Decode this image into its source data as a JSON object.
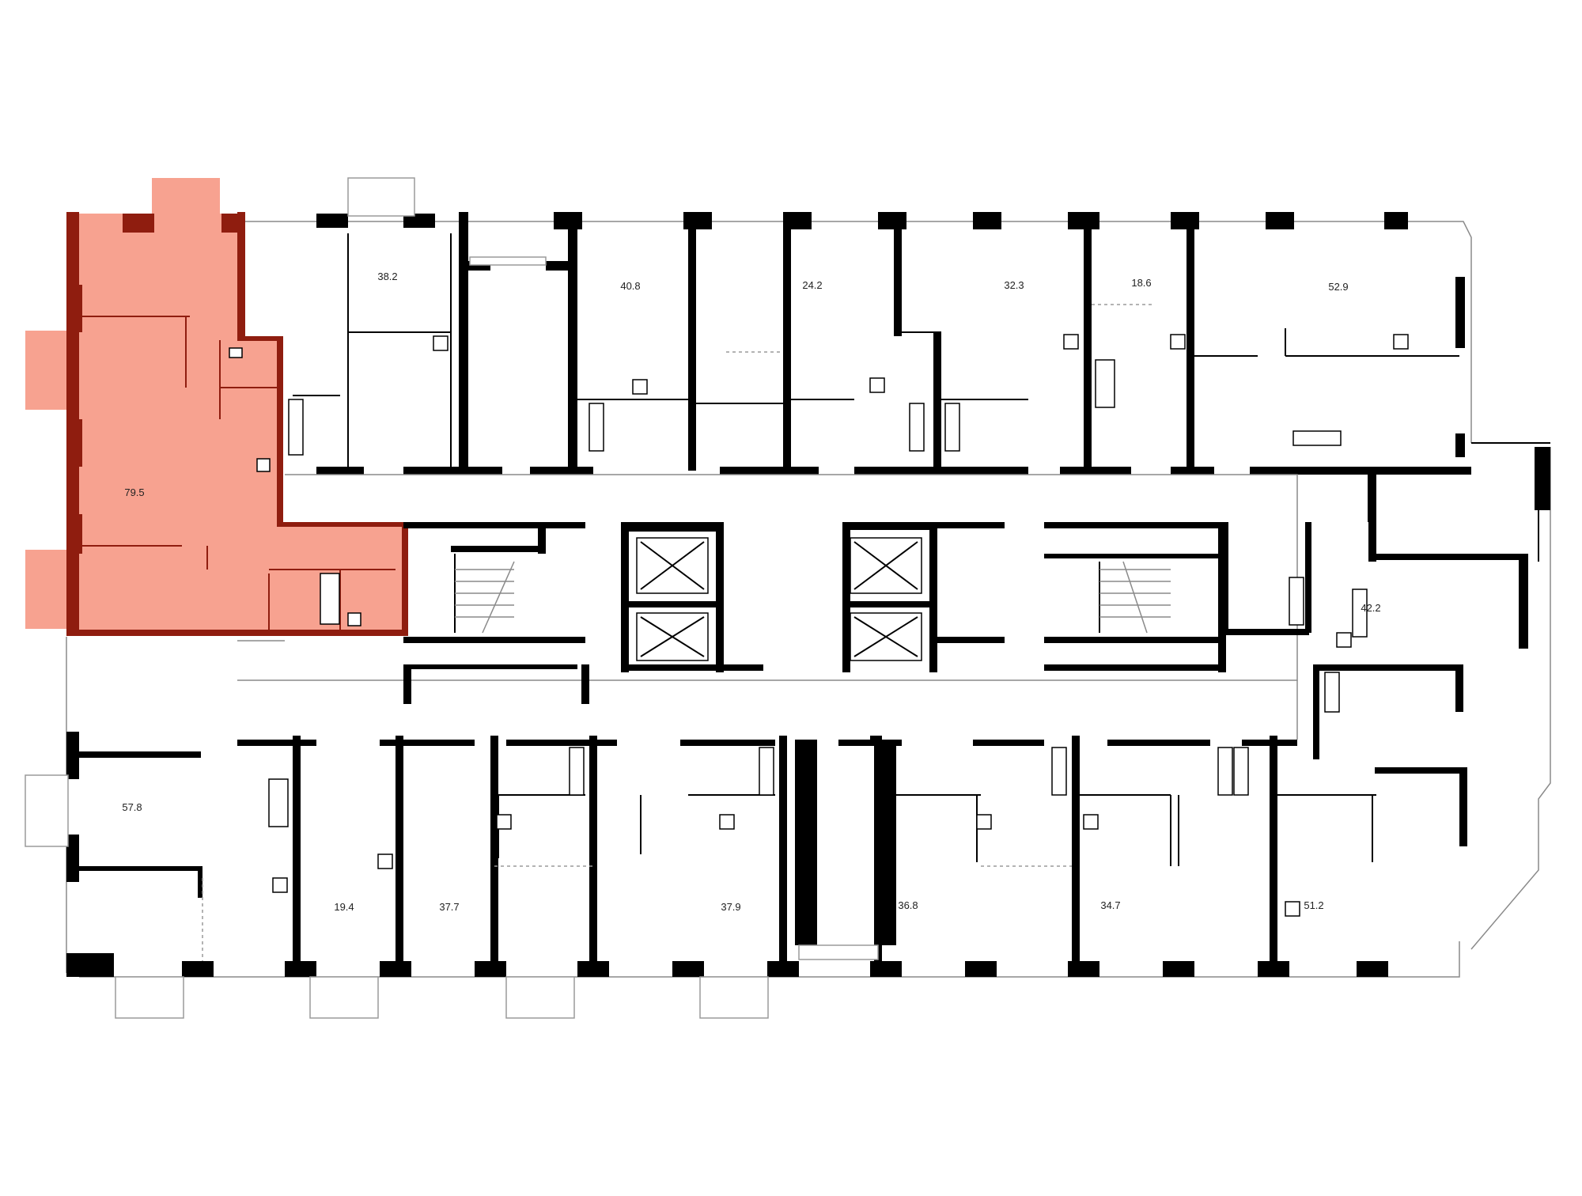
{
  "plan": {
    "highlight_color": "#f7a290",
    "highlight_wall_color": "#8f1d0f",
    "wall_color": "#000000",
    "apartments": [
      {
        "id": "apt-79-5",
        "area": "79.5",
        "highlighted": true
      },
      {
        "id": "apt-38-2",
        "area": "38.2",
        "highlighted": false
      },
      {
        "id": "apt-40-8",
        "area": "40.8",
        "highlighted": false
      },
      {
        "id": "apt-24-2",
        "area": "24.2",
        "highlighted": false
      },
      {
        "id": "apt-32-3",
        "area": "32.3",
        "highlighted": false
      },
      {
        "id": "apt-18-6",
        "area": "18.6",
        "highlighted": false
      },
      {
        "id": "apt-52-9",
        "area": "52.9",
        "highlighted": false
      },
      {
        "id": "apt-42-2",
        "area": "42.2",
        "highlighted": false
      },
      {
        "id": "apt-57-8",
        "area": "57.8",
        "highlighted": false
      },
      {
        "id": "apt-19-4",
        "area": "19.4",
        "highlighted": false
      },
      {
        "id": "apt-37-7",
        "area": "37.7",
        "highlighted": false
      },
      {
        "id": "apt-37-9",
        "area": "37.9",
        "highlighted": false
      },
      {
        "id": "apt-36-8",
        "area": "36.8",
        "highlighted": false
      },
      {
        "id": "apt-34-7",
        "area": "34.7",
        "highlighted": false
      },
      {
        "id": "apt-51-2",
        "area": "51.2",
        "highlighted": false
      }
    ]
  }
}
